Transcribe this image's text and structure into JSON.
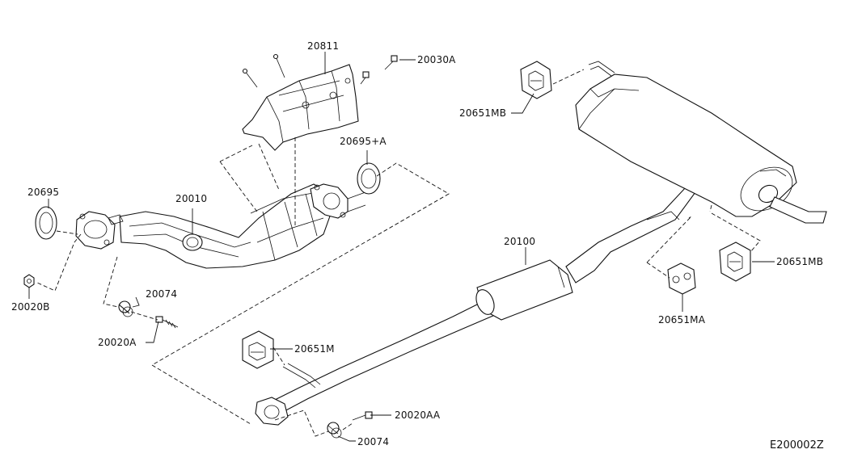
{
  "diagram_id": "E200002Z",
  "parts": {
    "heat_insulator": "20811",
    "bolt_insulator": "20030A",
    "mounting_rubber_b": "20651MB",
    "gasket_plus_a": "20695+A",
    "gasket": "20695",
    "three_way_catalyst": "20010",
    "nut": "20020B",
    "spring": "20074",
    "bolt_front": "20020A",
    "center_tube": "20100",
    "mounting_rubber_rear": "20651MB",
    "mounting_rubber_a": "20651MA",
    "mounting_rubber": "20651M",
    "bolt_center": "20020AA",
    "spring_center": "20074"
  }
}
